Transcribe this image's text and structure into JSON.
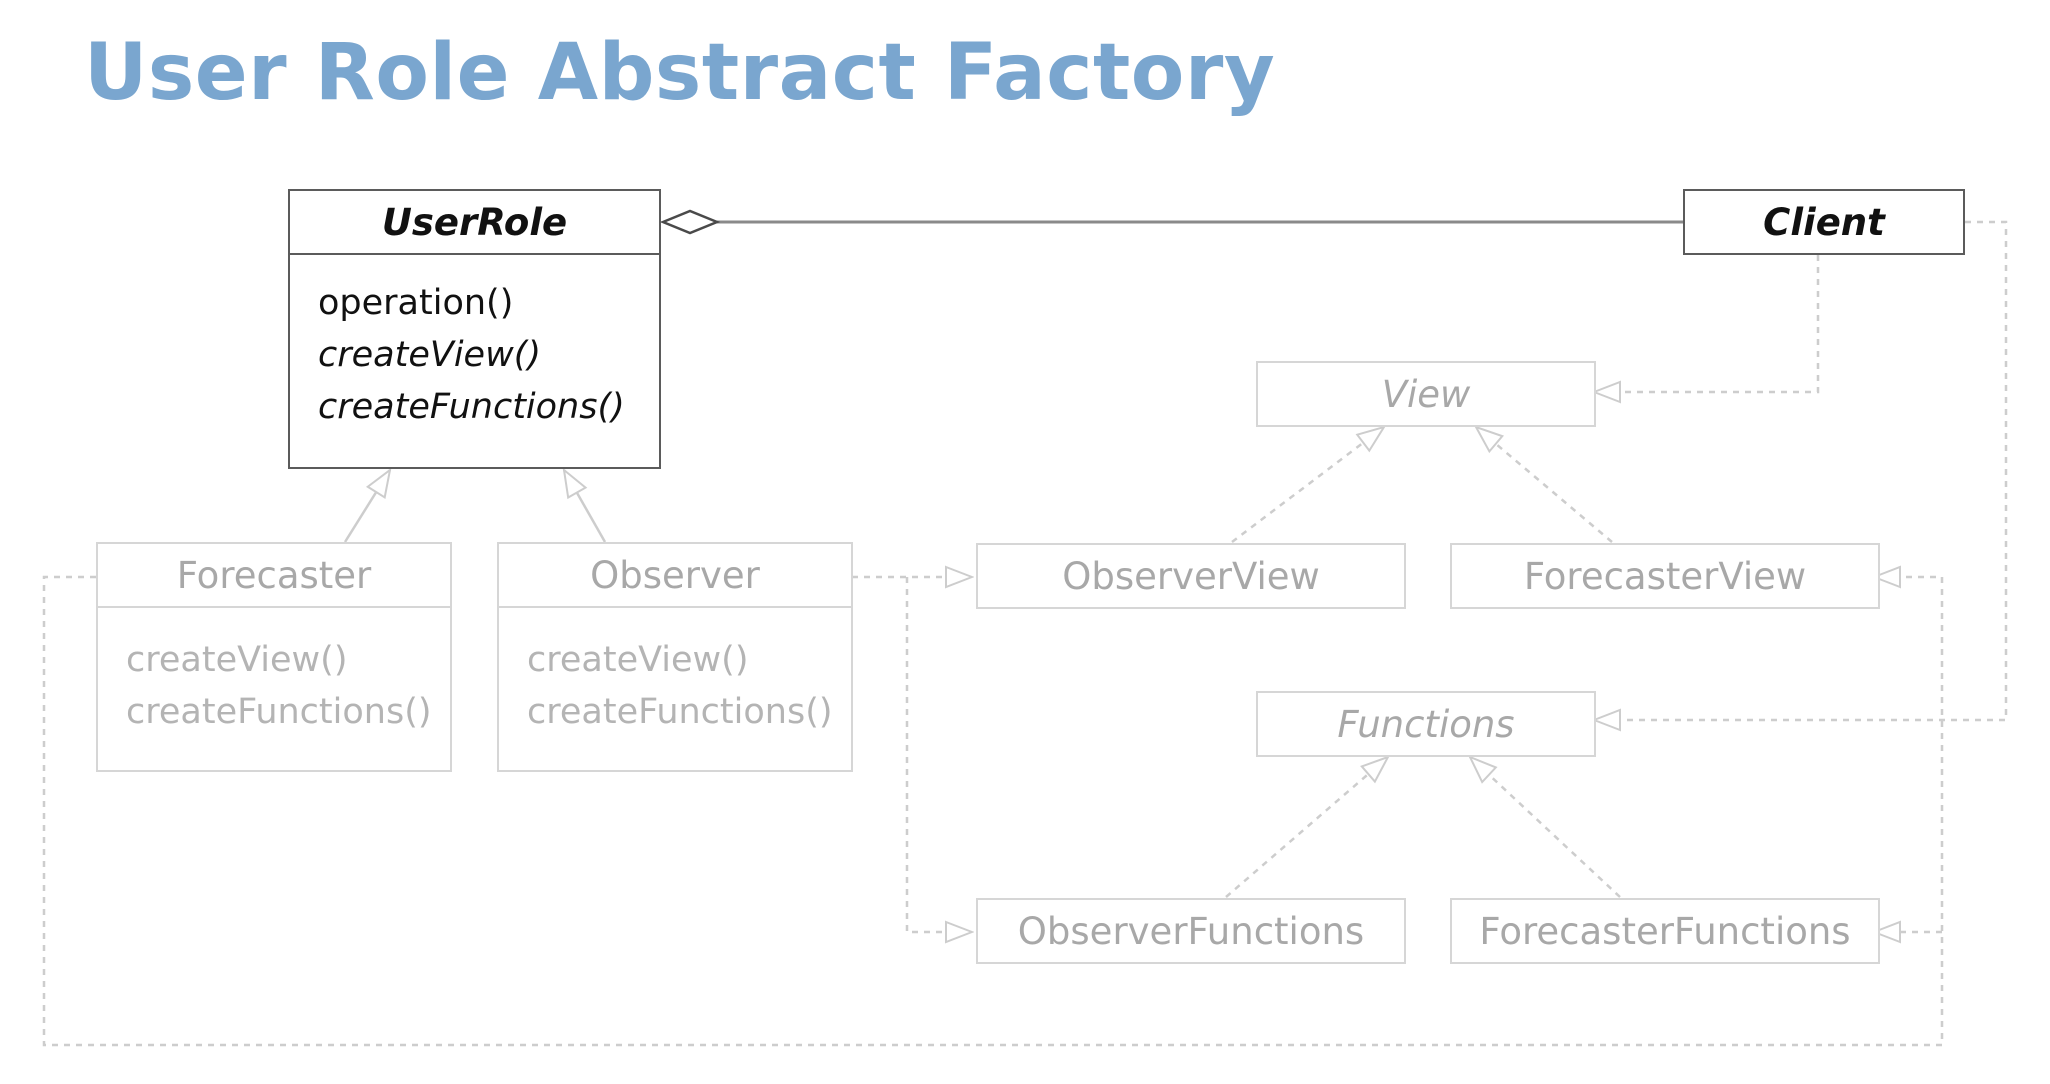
{
  "title": "User Role Abstract Factory",
  "colors": {
    "title": "#7aa6cf",
    "active_border": "#5b5b5b",
    "dim_border": "#d6d6d6",
    "dim_text": "#a8a8a8",
    "connector": "#d0d0d0"
  },
  "classes": {
    "user_role": {
      "name": "UserRole",
      "operations": [
        "operation()",
        "createView()",
        "createFunctions()"
      ]
    },
    "client": {
      "name": "Client"
    },
    "forecaster": {
      "name": "Forecaster",
      "operations": [
        "createView()",
        "createFunctions()"
      ]
    },
    "observer": {
      "name": "Observer",
      "operations": [
        "createView()",
        "createFunctions()"
      ]
    },
    "view": {
      "name": "View"
    },
    "observer_view": {
      "name": "ObserverView"
    },
    "forecaster_view": {
      "name": "ForecasterView"
    },
    "functions": {
      "name": "Functions"
    },
    "observer_functions": {
      "name": "ObserverFunctions"
    },
    "forecaster_functions": {
      "name": "ForecasterFunctions"
    }
  }
}
